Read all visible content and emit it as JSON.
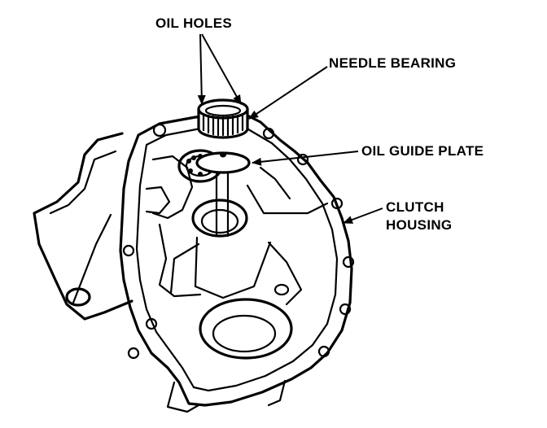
{
  "labels": {
    "oil_holes": "OIL HOLES",
    "needle_bearing": "NEEDLE BEARING",
    "oil_guide_plate": "OIL GUIDE PLATE",
    "clutch_housing_line1": "CLUTCH",
    "clutch_housing_line2": "HOUSING"
  },
  "colors": {
    "ink": "#000000",
    "paper": "#ffffff"
  }
}
